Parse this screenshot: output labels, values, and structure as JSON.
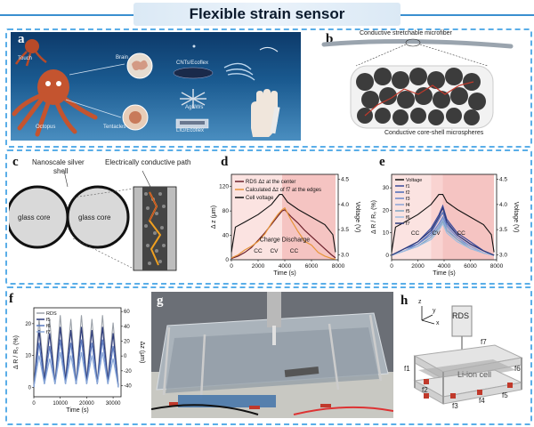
{
  "header": {
    "title": "Flexible strain sensor"
  },
  "panel_labels": {
    "a": "a",
    "b": "b",
    "c": "c",
    "d": "d",
    "e": "e",
    "f": "f",
    "g": "g",
    "h": "h"
  },
  "panel_a": {
    "touch": "Touch",
    "octopus": "Octopus",
    "brain": "Brain",
    "tentacles": "Tentacles",
    "cnts": "CNTs/Ecoflex",
    "ag": "AgNWs",
    "lig": "LIG/Ecoflex"
  },
  "panel_b": {
    "fiber": "Conductive stretchable microfiber",
    "spheres": "Conductive core-shell microspheres"
  },
  "panel_c": {
    "shell1": "Nanoscale silver",
    "shell2": "shell",
    "path": "Electrically conductive path",
    "core1": "glass core",
    "core2": "glass core"
  },
  "panel_d": {
    "legend": [
      "RDS Δz at the center",
      "Calculated Δz of f7 at the edges",
      "Cell voltage"
    ],
    "annot": [
      "Charge Discharge",
      "CC",
      "CV",
      "CC"
    ],
    "xlabel": "Time (s)",
    "ylabel": "Δ z (μm)",
    "y2label": "Voltage (V)",
    "xticks": [
      "0",
      "2000",
      "4000",
      "6000",
      "8000"
    ],
    "yticks": [
      "0",
      "40",
      "80",
      "120"
    ],
    "y2ticks": [
      "3.0",
      "3.5",
      "4.0",
      "4.5"
    ]
  },
  "panel_e": {
    "legend": [
      "Voltage",
      "f1",
      "f2",
      "f3",
      "f4",
      "f5",
      "f6",
      "f7"
    ],
    "annot": [
      "CC",
      "CV",
      "CC"
    ],
    "xlabel": "Time (s)",
    "ylabel": "Δ R / R₀ (%)",
    "y2label": "Voltage (V)",
    "xticks": [
      "0",
      "2000",
      "4000",
      "6000",
      "8000"
    ],
    "yticks": [
      "0",
      "10",
      "20",
      "30"
    ],
    "y2ticks": [
      "3.0",
      "3.5",
      "4.0",
      "4.5"
    ]
  },
  "panel_f": {
    "legend": [
      "RDS",
      "f5",
      "f6",
      "f7"
    ],
    "xlabel": "Time (s)",
    "ylabel": "Δ R / R₀ (%)",
    "y2label": "Δz (μm)",
    "xticks": [
      "0",
      "10000",
      "20000",
      "30000"
    ],
    "yticks": [
      "0",
      "10",
      "20"
    ],
    "y2ticks": [
      "-40",
      "-20",
      "0",
      "20",
      "40",
      "60"
    ]
  },
  "panel_h": {
    "rds": "RDS",
    "cell": "Li-ion cell",
    "f_labels": [
      "f1",
      "f2",
      "f3",
      "f4",
      "f5",
      "f6",
      "f7"
    ],
    "axes": [
      "z",
      "y",
      "x"
    ]
  },
  "chart_data": [
    {
      "panel": "d",
      "type": "line",
      "xlim": [
        0,
        8000
      ],
      "ylim": [
        0,
        140
      ],
      "y2lim": [
        2.9,
        4.6
      ],
      "xlabel": "Time (s)",
      "ylabel": "Δ z (μm)",
      "y2label": "Voltage (V)",
      "series": [
        {
          "name": "RDS Δz at the center",
          "color": "#6b1f2a",
          "x": [
            0,
            500,
            1000,
            1500,
            2000,
            2500,
            3000,
            3500,
            3800,
            4000,
            4500,
            5000,
            5500,
            6000,
            6500,
            7000,
            7500,
            7800
          ],
          "y": [
            2,
            6,
            12,
            20,
            32,
            44,
            58,
            72,
            80,
            82,
            70,
            60,
            48,
            38,
            28,
            18,
            8,
            3
          ]
        },
        {
          "name": "Calculated Δz of f7 at the edges",
          "color": "#e8953a",
          "x": [
            0,
            500,
            1000,
            1500,
            2000,
            2500,
            3000,
            3500,
            3800,
            4000,
            4500,
            5000,
            5500,
            6000,
            6500,
            7000,
            7500,
            7800
          ],
          "y": [
            3,
            8,
            16,
            22,
            30,
            42,
            60,
            75,
            82,
            85,
            64,
            46,
            30,
            24,
            12,
            6,
            2,
            1
          ]
        },
        {
          "name": "Cell voltage",
          "color": "#111111",
          "axis": "y2",
          "x": [
            0,
            300,
            1000,
            2000,
            3000,
            3600,
            3800,
            4200,
            5000,
            6000,
            7000,
            7600,
            7800
          ],
          "y": [
            3.05,
            3.55,
            3.65,
            3.8,
            4.0,
            4.2,
            4.2,
            4.05,
            3.9,
            3.75,
            3.6,
            3.4,
            3.05
          ]
        }
      ]
    },
    {
      "panel": "e",
      "type": "line",
      "xlim": [
        0,
        8000
      ],
      "ylim": [
        -2,
        36
      ],
      "y2lim": [
        2.9,
        4.6
      ],
      "xlabel": "Time (s)",
      "ylabel": "Δ R / R₀ (%)",
      "y2label": "Voltage (V)",
      "series": [
        {
          "name": "Voltage",
          "color": "#111111",
          "axis": "y2",
          "x": [
            0,
            300,
            1000,
            2000,
            3000,
            3600,
            3900,
            4200,
            5000,
            6000,
            7000,
            7600,
            7800
          ],
          "y": [
            3.05,
            3.55,
            3.65,
            3.8,
            4.0,
            4.2,
            4.2,
            4.05,
            3.9,
            3.75,
            3.6,
            3.4,
            3.05
          ]
        },
        {
          "name": "f1",
          "color": "#3a4a9a",
          "x": [
            0,
            1000,
            2000,
            3000,
            3600,
            3900,
            4200,
            5000,
            6000,
            7000,
            7800
          ],
          "y": [
            0,
            3,
            6,
            12,
            18,
            22,
            16,
            10,
            6,
            2,
            0
          ]
        },
        {
          "name": "f2",
          "color": "#4a6ab8",
          "x": [
            0,
            1000,
            2000,
            3000,
            3600,
            3900,
            4200,
            5000,
            6000,
            7000,
            7800
          ],
          "y": [
            0,
            3,
            5,
            10,
            16,
            19,
            14,
            9,
            5,
            2,
            0
          ]
        },
        {
          "name": "f3",
          "color": "#6d88c9",
          "x": [
            0,
            1000,
            2000,
            3000,
            3600,
            3900,
            4200,
            5000,
            6000,
            7000,
            7800
          ],
          "y": [
            0,
            2,
            5,
            9,
            14,
            17,
            13,
            8,
            4,
            1,
            0
          ]
        },
        {
          "name": "f4",
          "color": "#8aa5d8",
          "x": [
            0,
            1000,
            2000,
            3000,
            3600,
            3900,
            4200,
            5000,
            6000,
            7000,
            7800
          ],
          "y": [
            0,
            2,
            4,
            8,
            13,
            16,
            12,
            7,
            4,
            1,
            0
          ]
        },
        {
          "name": "f5",
          "color": "#7fa6c4",
          "x": [
            0,
            1000,
            2000,
            3000,
            3600,
            3900,
            4200,
            5000,
            6000,
            7000,
            7800
          ],
          "y": [
            0,
            2,
            4,
            8,
            12,
            15,
            11,
            7,
            3,
            1,
            0
          ]
        },
        {
          "name": "f6",
          "color": "#9fbde0",
          "x": [
            0,
            1000,
            2000,
            3000,
            3600,
            3900,
            4200,
            5000,
            6000,
            7000,
            7800
          ],
          "y": [
            0,
            2,
            4,
            7,
            11,
            14,
            10,
            6,
            3,
            1,
            0
          ]
        },
        {
          "name": "f7",
          "color": "#2c3a7a",
          "x": [
            0,
            1000,
            2000,
            3000,
            3600,
            3900,
            4200,
            5000,
            6000,
            7000,
            7800
          ],
          "y": [
            0,
            3,
            6,
            11,
            17,
            21,
            15,
            9,
            5,
            2,
            0
          ]
        }
      ]
    },
    {
      "panel": "f",
      "type": "line",
      "xlim": [
        0,
        33000
      ],
      "ylim": [
        -3,
        25
      ],
      "y2lim": [
        -55,
        65
      ],
      "xlabel": "Time (s)",
      "ylabel": "Δ R / R₀ (%)",
      "y2label": "Δz (μm)",
      "series": [
        {
          "name": "RDS",
          "color": "#9aa0a8",
          "axis": "y2",
          "x": [
            0,
            2000,
            4000,
            6000,
            8000,
            10000,
            12000,
            14000,
            16000,
            18000,
            20000,
            22000,
            24000,
            26000,
            28000,
            30000,
            32000
          ],
          "y": [
            -40,
            50,
            -30,
            50,
            -35,
            55,
            -30,
            50,
            -35,
            55,
            -30,
            50,
            -35,
            55,
            -30,
            45,
            -40
          ]
        },
        {
          "name": "f5",
          "color": "#2c3a7a",
          "x": [
            0,
            2000,
            4000,
            6000,
            8000,
            10000,
            12000,
            14000,
            16000,
            18000,
            20000,
            22000,
            24000,
            26000,
            28000,
            30000,
            32000
          ],
          "y": [
            0,
            18,
            2,
            17,
            1,
            19,
            2,
            18,
            1,
            19,
            2,
            18,
            1,
            19,
            2,
            17,
            0
          ]
        },
        {
          "name": "f6",
          "color": "#5a7ac0",
          "x": [
            0,
            2000,
            4000,
            6000,
            8000,
            10000,
            12000,
            14000,
            16000,
            18000,
            20000,
            22000,
            24000,
            26000,
            28000,
            30000,
            32000
          ],
          "y": [
            0,
            14,
            1,
            13,
            1,
            15,
            1,
            14,
            1,
            15,
            1,
            14,
            1,
            15,
            1,
            13,
            0
          ]
        },
        {
          "name": "f7",
          "color": "#8aa8d8",
          "x": [
            0,
            2000,
            4000,
            6000,
            8000,
            10000,
            12000,
            14000,
            16000,
            18000,
            20000,
            22000,
            24000,
            26000,
            28000,
            30000,
            32000
          ],
          "y": [
            0,
            10,
            1,
            9,
            1,
            11,
            1,
            10,
            1,
            11,
            1,
            10,
            1,
            11,
            1,
            9,
            0
          ]
        }
      ]
    }
  ]
}
